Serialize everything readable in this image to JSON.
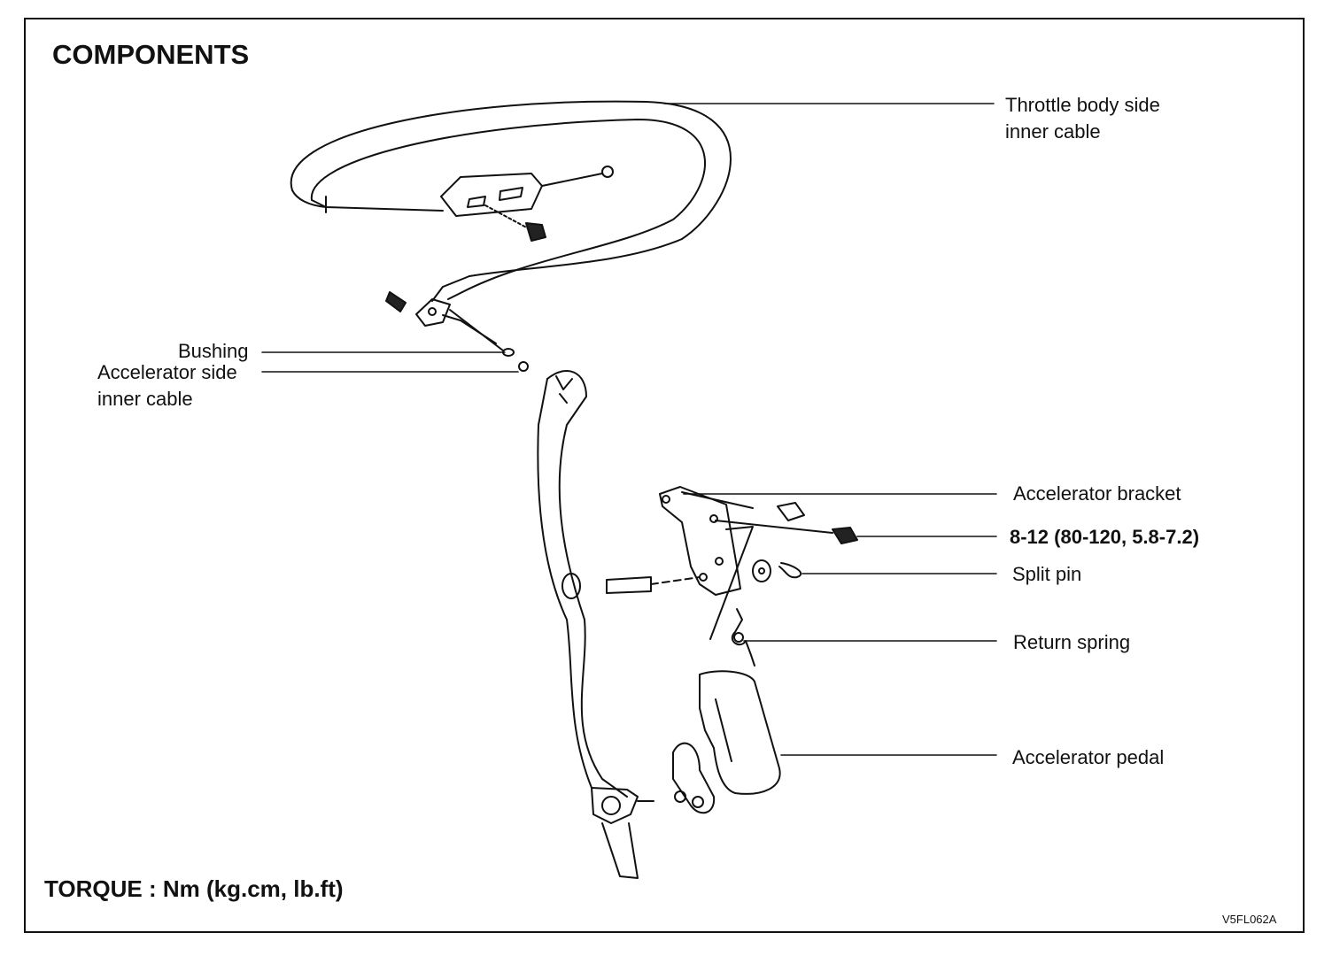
{
  "title": "COMPONENTS",
  "labels": {
    "throttle_body_side_inner_cable_1": "Throttle body side",
    "throttle_body_side_inner_cable_2": "inner cable",
    "bushing": "Bushing",
    "accelerator_side_inner_cable_1": "Accelerator side",
    "accelerator_side_inner_cable_2": "inner cable",
    "accelerator_bracket": "Accelerator bracket",
    "torque_spec": "8-12 (80-120, 5.8-7.2)",
    "split_pin": "Split pin",
    "return_spring": "Return spring",
    "accelerator_pedal": "Accelerator pedal"
  },
  "torque_note": "TORQUE : Nm (kg.cm, lb.ft)",
  "figure_code": "V5FL062A"
}
